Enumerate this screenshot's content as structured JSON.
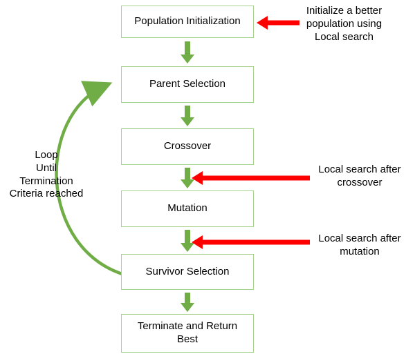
{
  "colors": {
    "flow_green": "#70AD47",
    "box_border_green": "#A9D18E",
    "arrow_red": "#FF0000",
    "text": "#000000",
    "background": "#FFFFFF"
  },
  "boxes": [
    {
      "label": "Population Initialization"
    },
    {
      "label": "Parent Selection"
    },
    {
      "label": "Crossover"
    },
    {
      "label": "Mutation"
    },
    {
      "label": "Survivor Selection"
    },
    {
      "label": "Terminate and Return Best"
    }
  ],
  "annotations": {
    "init_lines": [
      "Initialize a better",
      "population using",
      "Local search"
    ],
    "crossover_lines": [
      "Local search after",
      "crossover"
    ],
    "mutation_lines": [
      "Local search after",
      "mutation"
    ],
    "loop_lines": [
      "Loop",
      "Until",
      "Termination",
      "Criteria reached"
    ]
  }
}
